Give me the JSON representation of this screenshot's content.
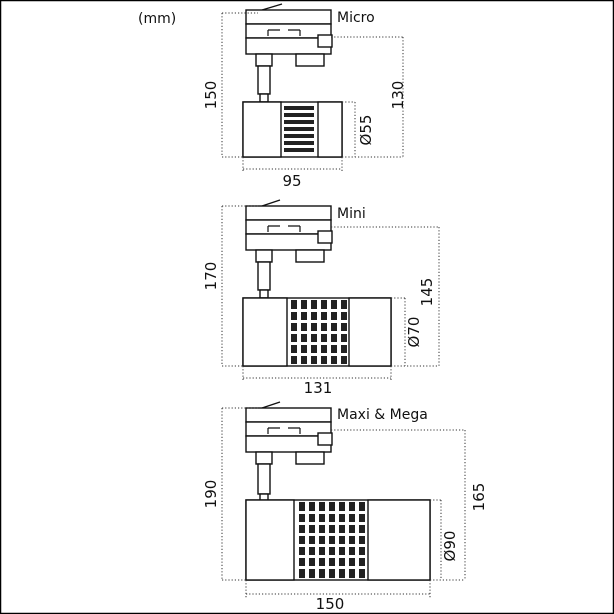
{
  "unit_label": "(mm)",
  "models": [
    {
      "name": "Micro",
      "height_total": "150",
      "height_track": "130",
      "diameter": "Ø55",
      "length": "95"
    },
    {
      "name": "Mini",
      "height_total": "170",
      "height_track": "145",
      "diameter": "Ø70",
      "length": "131"
    },
    {
      "name": "Maxi & Mega",
      "height_total": "190",
      "height_track": "165",
      "diameter": "Ø90",
      "length": "150"
    }
  ],
  "colors": {
    "line": "#111111",
    "dim": "#333333",
    "frame": "#000000"
  }
}
